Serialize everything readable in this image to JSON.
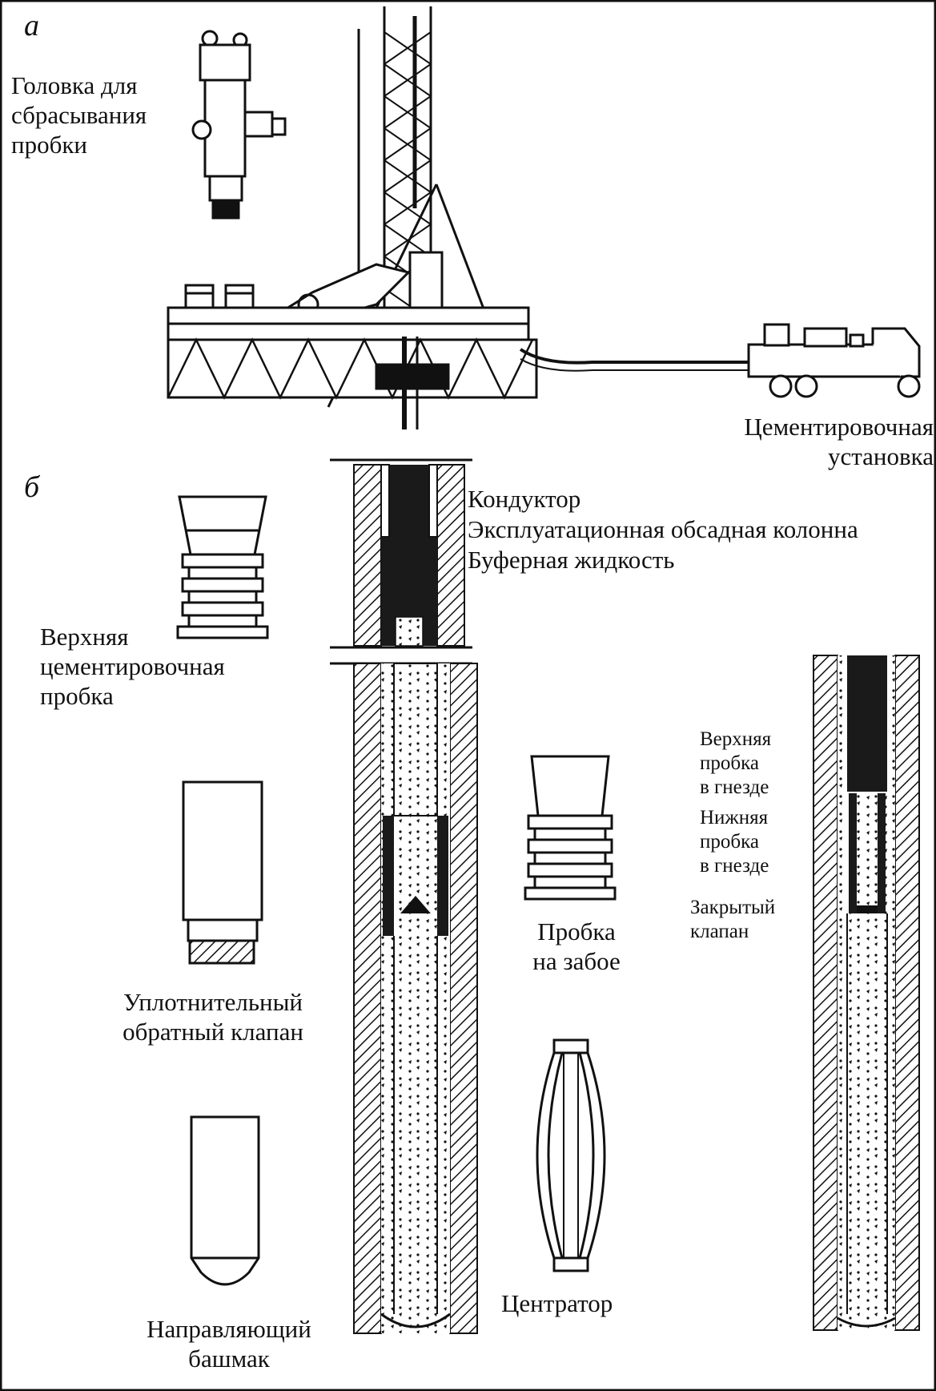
{
  "panels": {
    "a": {
      "letter": "а"
    },
    "b": {
      "letter": "б"
    }
  },
  "labels": {
    "plug_head": "Головка для\nсбрасывания\nпробки",
    "cementing_unit": "Цементировочная\nустановка",
    "conductor": "Кондуктор",
    "production_casing": "Эксплуатационная обсадная колонна",
    "spacer_fluid": "Буферная жидкость",
    "top_plug": "Верхняя\nцементировочная\nпробка",
    "check_valve": "Уплотнительный\nобратный клапан",
    "guide_shoe": "Направляющий\nбашмак",
    "bottom_plug": "Пробка\nна забое",
    "centralizer": "Центратор",
    "top_plug_seated": "Верхняя\nпробка\nв гнезде",
    "bottom_plug_seated": "Нижняя\nпробка\nв гнезде",
    "closed_valve": "Закрытый\nклапан"
  }
}
